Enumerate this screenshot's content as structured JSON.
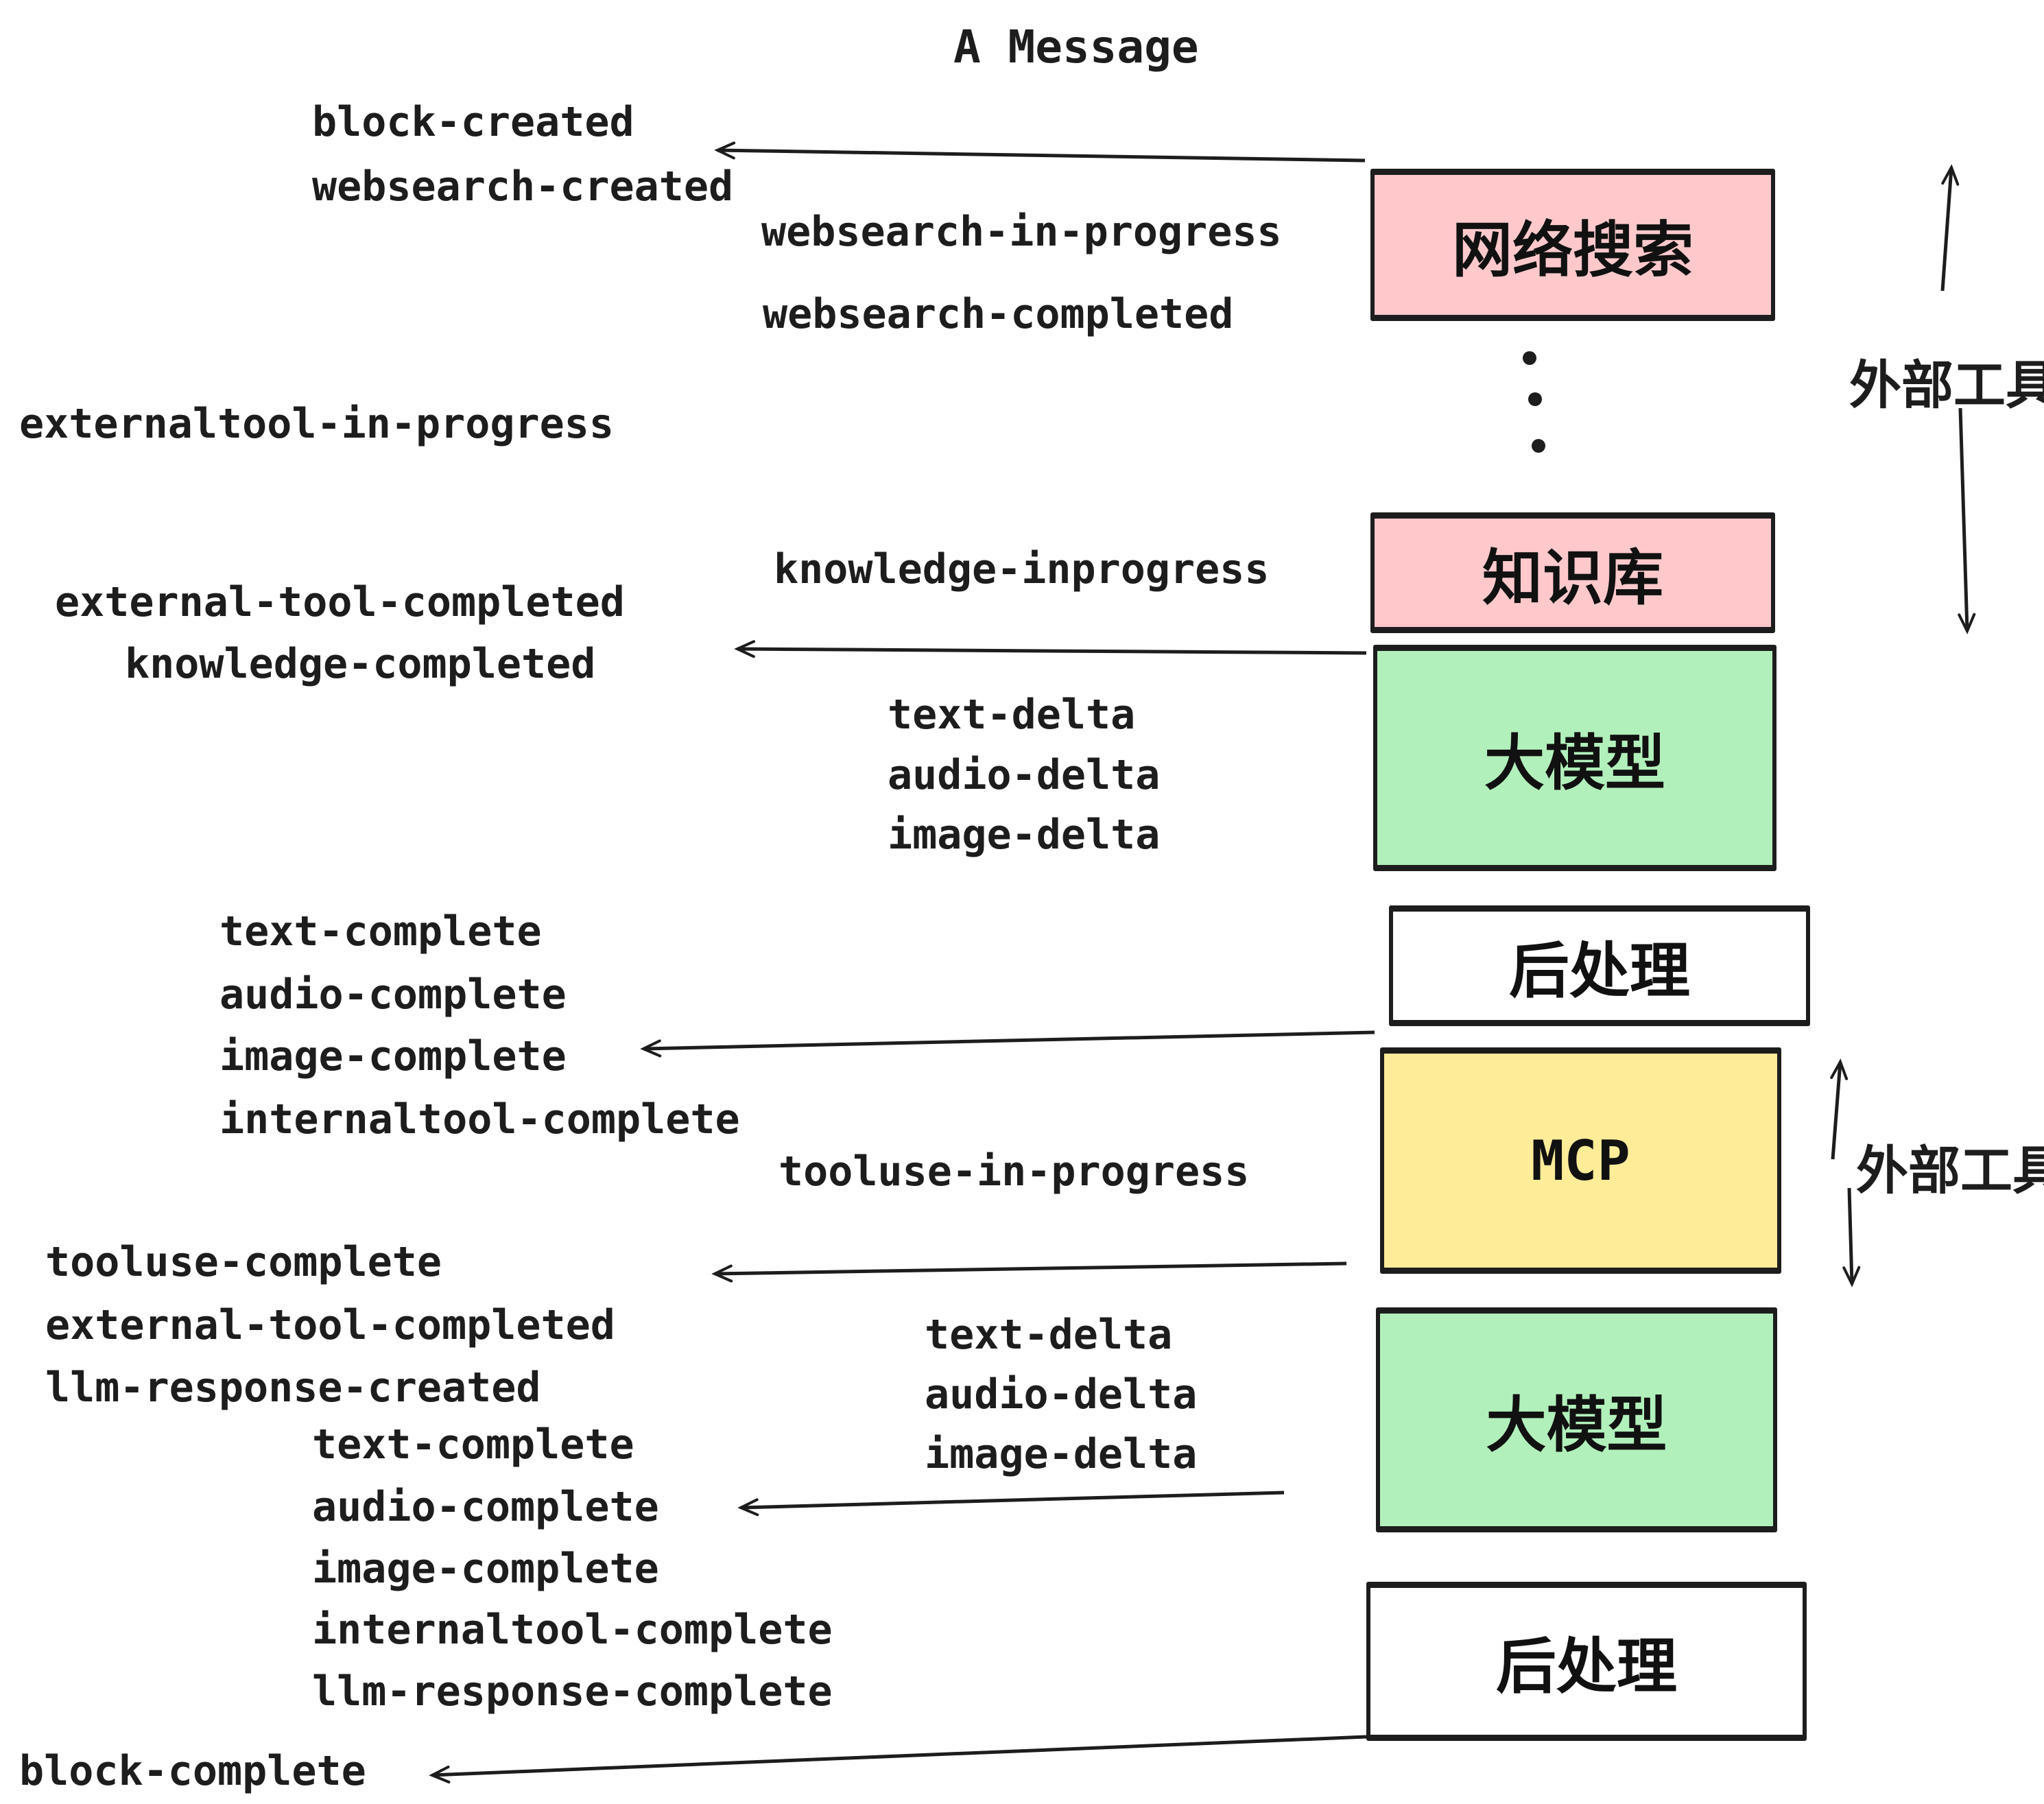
{
  "title": "A Message",
  "events": {
    "block_created": "block-created",
    "websearch_created": "websearch-created",
    "websearch_in_progress": "websearch-in-progress",
    "websearch_completed": "websearch-completed",
    "externaltool_in_progress": "externaltool-in-progress",
    "knowledge_inprogress": "knowledge-inprogress",
    "external_tool_completed": "external-tool-completed",
    "knowledge_completed": "knowledge-completed",
    "text_delta": "text-delta",
    "audio_delta": "audio-delta",
    "image_delta": "image-delta",
    "text_complete": "text-complete",
    "audio_complete": "audio-complete",
    "image_complete": "image-complete",
    "internaltool_complete": "internaltool-complete",
    "tooluse_in_progress": "tooluse-in-progress",
    "tooluse_complete": "tooluse-complete",
    "llm_response_created": "llm-response-created",
    "llm_response_complete": "llm-response-complete",
    "block_complete": "block-complete"
  },
  "boxes": {
    "websearch": "网络搜索",
    "knowledge": "知识库",
    "llm": "大模型",
    "post": "后处理",
    "mcp": "MCP"
  },
  "annotations": {
    "external_tools": "外部工具"
  },
  "colors": {
    "pink": "#ffc9cc",
    "green": "#b2f0bb",
    "yellow": "#ffec99",
    "white": "#ffffff",
    "ink": "#1d1d1d"
  }
}
